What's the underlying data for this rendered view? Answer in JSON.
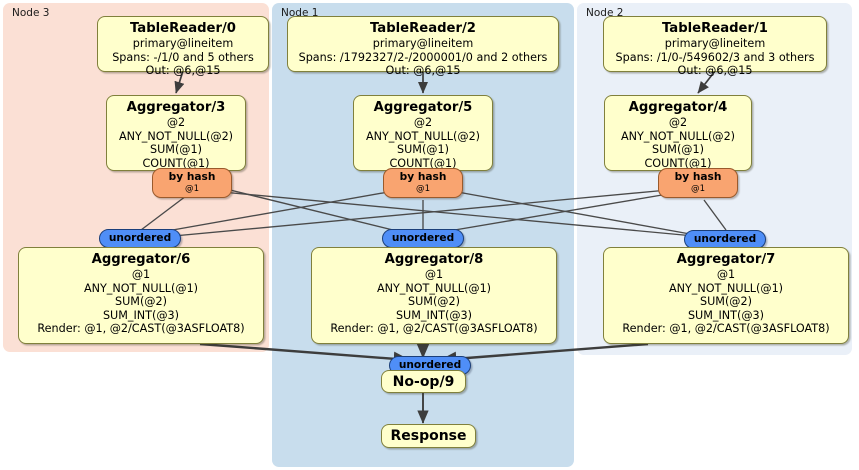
{
  "diagram": {
    "title": "Distributed query execution plan",
    "colors": {
      "node3_panel": "#fbe0d5",
      "node1_panel": "#c8dded",
      "node2_panel": "#eaf0f8",
      "box_fill": "#ffffcc",
      "box_border": "#80803c",
      "hash_fill": "#f9a470",
      "unordered_fill": "#4f8ef7",
      "edge": "#4a4a4a"
    }
  },
  "panels": [
    {
      "id": "node3",
      "label": "Node 3"
    },
    {
      "id": "node1",
      "label": "Node 1"
    },
    {
      "id": "node2",
      "label": "Node 2"
    }
  ],
  "readers": {
    "tr0": {
      "title": "TableReader/0",
      "line1": "primary@lineitem",
      "line2": "Spans: -/1/0 and 5 others",
      "line3": "Out: @6,@15"
    },
    "tr2": {
      "title": "TableReader/2",
      "line1": "primary@lineitem",
      "line2": "Spans: /1792327/2-/2000001/0 and 2 others",
      "line3": "Out: @6,@15"
    },
    "tr1": {
      "title": "TableReader/1",
      "line1": "primary@lineitem",
      "line2": "Spans: /1/0-/549602/3 and 3 others",
      "line3": "Out: @6,@15"
    }
  },
  "aggregators_top": {
    "agg3": {
      "title": "Aggregator/3",
      "line1": "@2",
      "line2": "ANY_NOT_NULL(@2)",
      "line3": "SUM(@1)",
      "line4": "COUNT(@1)"
    },
    "agg5": {
      "title": "Aggregator/5",
      "line1": "@2",
      "line2": "ANY_NOT_NULL(@2)",
      "line3": "SUM(@1)",
      "line4": "COUNT(@1)"
    },
    "agg4": {
      "title": "Aggregator/4",
      "line1": "@2",
      "line2": "ANY_NOT_NULL(@2)",
      "line3": "SUM(@1)",
      "line4": "COUNT(@1)"
    }
  },
  "hash_routers": {
    "h3": {
      "label": "by hash",
      "column": "@1"
    },
    "h5": {
      "label": "by hash",
      "column": "@1"
    },
    "h4": {
      "label": "by hash",
      "column": "@1"
    }
  },
  "unordered_inputs": {
    "u6": {
      "label": "unordered"
    },
    "u8": {
      "label": "unordered"
    },
    "u7": {
      "label": "unordered"
    },
    "u9": {
      "label": "unordered"
    }
  },
  "aggregators_bottom": {
    "agg6": {
      "title": "Aggregator/6",
      "line1": "@1",
      "line2": "ANY_NOT_NULL(@1)",
      "line3": "SUM(@2)",
      "line4": "SUM_INT(@3)",
      "line5": "Render: @1, @2/CAST(@3ASFLOAT8)"
    },
    "agg8": {
      "title": "Aggregator/8",
      "line1": "@1",
      "line2": "ANY_NOT_NULL(@1)",
      "line3": "SUM(@2)",
      "line4": "SUM_INT(@3)",
      "line5": "Render: @1, @2/CAST(@3ASFLOAT8)"
    },
    "agg7": {
      "title": "Aggregator/7",
      "line1": "@1",
      "line2": "ANY_NOT_NULL(@1)",
      "line3": "SUM(@2)",
      "line4": "SUM_INT(@3)",
      "line5": "Render: @1, @2/CAST(@3ASFLOAT8)"
    }
  },
  "final": {
    "noop": {
      "title": "No-op/9"
    },
    "response": {
      "title": "Response"
    }
  }
}
